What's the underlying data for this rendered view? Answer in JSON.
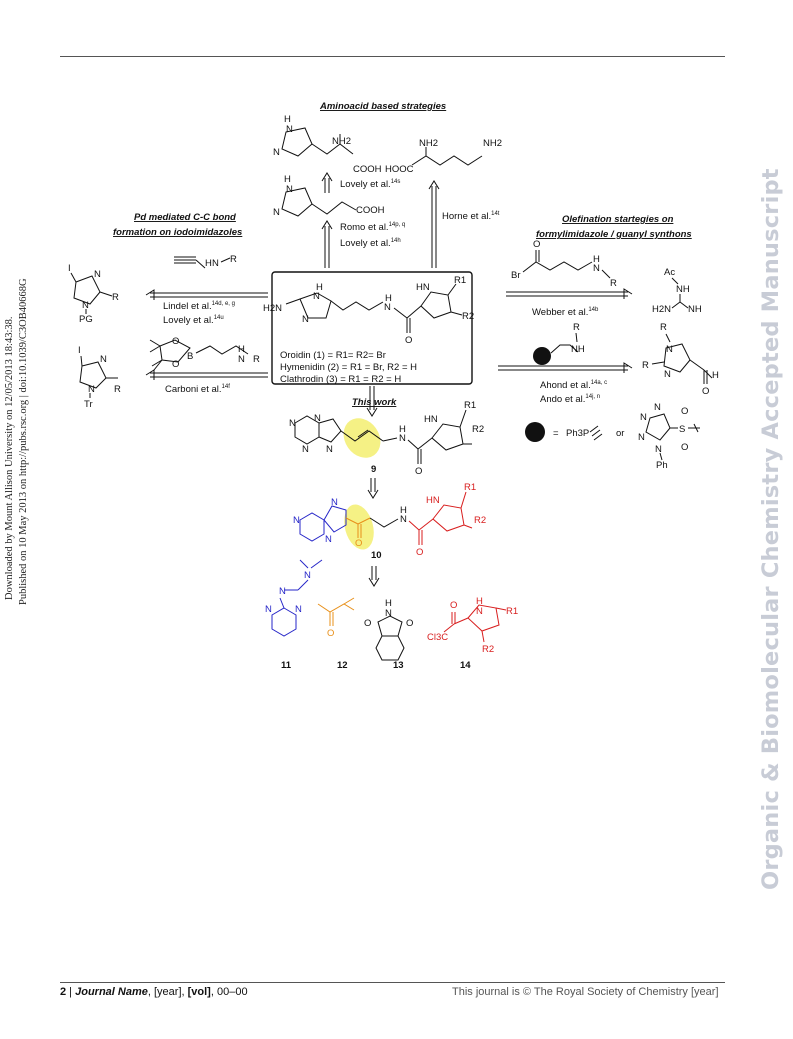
{
  "side": {
    "left_line1": "Downloaded by Mount Allison University on 12/05/2013 18:43:38.",
    "left_line2": "Published on 10 May 2013 on http://pubs.rsc.org | doi:10.1039/C3OB40668G",
    "watermark": "Organic & Biomolecular Chemistry Accepted Manuscript"
  },
  "footer": {
    "page_no": "2",
    "journal": "Journal Name",
    "year": "[year]",
    "vol": "[vol]",
    "pages": "00–00",
    "copyright": "This journal is © The Royal Society of Chemistry [year]"
  },
  "scheme": {
    "heading_top": "Aminoacid based strategies",
    "heading_left_1": "Pd mediated C-C bond",
    "heading_left_2": "formation on iodoimidazoles",
    "heading_right_1": "Olefination startegies on",
    "heading_right_2": "formylimidazole / guanyl synthons",
    "this_work": "This work",
    "refs": {
      "lovely_14s": "Lovely et al.",
      "lovely_14s_sup": "14s",
      "romo": "Romo et al.",
      "romo_sup": "14p, q",
      "lovely_14h": "Lovely et al.",
      "lovely_14h_sup": "14h",
      "horne": "Horne et al.",
      "horne_sup": "14t",
      "lindel": "Lindel et al.",
      "lindel_sup": "14d, e, g",
      "lovely_14u": "Lovely et al.",
      "lovely_14u_sup": "14u",
      "carboni": "Carboni et al.",
      "carboni_sup": "14f",
      "webber": "Webber et al.",
      "webber_sup": "14b",
      "ahond": "Ahond et al.",
      "ahond_sup": "14a, c",
      "ando": "Ando et al.",
      "ando_sup": "14j, n"
    },
    "box_names": [
      "Oroidin (1) = R1= R2= Br",
      "Hymenidin (2) = R1 = Br, R2 = H",
      "Clathrodin (3) = R1 = R2 = H"
    ],
    "compound_labels": [
      "9",
      "10",
      "11",
      "12",
      "13",
      "14"
    ],
    "atoms": {
      "H": "H",
      "N": "N",
      "O": "O",
      "NH": "NH",
      "HN": "HN",
      "NH2": "NH2",
      "H2N": "H2N",
      "COOH": "COOH",
      "HOOC": "HOOC",
      "R": "R",
      "R1": "R1",
      "R2": "R2",
      "I": "I",
      "PG": "PG",
      "Tr": "Tr",
      "Br": "Br",
      "B": "B",
      "Ac": "Ac",
      "Ph": "Ph",
      "S": "S",
      "Ph3P": "Ph3P",
      "Cl3C": "Cl3C",
      "or": "or",
      "eq": "="
    }
  },
  "colors": {
    "blue": "#2626c8",
    "orange": "#e8901a",
    "red": "#d81e1e",
    "highlight": "#f3ee70",
    "watermark": "#c8ccd6"
  }
}
